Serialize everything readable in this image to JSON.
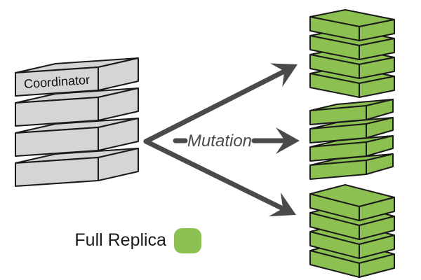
{
  "coordinator": {
    "label": "Coordinator",
    "layers": 4
  },
  "mutation_arrows": {
    "label": "Mutation",
    "count": 3
  },
  "replicas": {
    "count": 3,
    "layers_each": 4
  },
  "legend": {
    "label": "Full Replica",
    "swatch_color": "#8CC152"
  },
  "colors": {
    "replica_green": "#8CC152",
    "coordinator_gray": "#D5D5D5",
    "arrow_gray": "#4A4A4A",
    "outline_black": "#1A1A1A",
    "background": "#FFFFFF",
    "label_black": "#1C1C1C"
  }
}
